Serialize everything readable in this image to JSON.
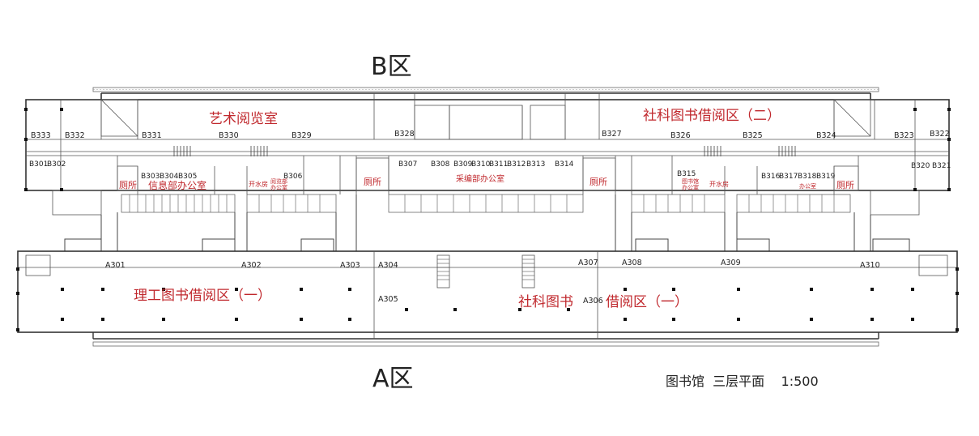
{
  "zone_b_title": "B区",
  "zone_a_title": "A区",
  "plan_caption": "图书馆  三层平面    1:500",
  "areas": {
    "art_reading_room": "艺术阅览室",
    "social_sci_lending_2": "社科图书借阅区（二）",
    "sci_eng_lending_1": "理工图书借阅区（一）",
    "social_sci_lending_1_part_a": "社科图书",
    "social_sci_lending_1_part_b": "借阅区（一）",
    "info_dept_office": "信息部办公室",
    "acquisitions_office": "采编部办公室",
    "toilet_left": "厕所",
    "toilet_mid": "厕所",
    "toilet_right": "厕所",
    "toilet_far_right": "厕所",
    "water_room_left": "开水房",
    "water_room_right": "开水房",
    "reading_office": "阅览部\n办公室",
    "lending_office": "图书馆\n办公室",
    "small_office": "办公室"
  },
  "rooms_b_top": [
    "B333",
    "B332",
    "B331",
    "B330",
    "B329",
    "B328",
    "B327",
    "B326",
    "B325",
    "B324",
    "B323",
    "B322"
  ],
  "rooms_b_mid": [
    "B301",
    "B302",
    "B303",
    "B304",
    "B305",
    "B306",
    "B307",
    "B308",
    "B309",
    "B310",
    "B311",
    "B312",
    "B313",
    "B314",
    "B315",
    "B316",
    "B317",
    "B318",
    "B319",
    "B320",
    "B321"
  ],
  "rooms_a": [
    "A301",
    "A302",
    "A303",
    "A304",
    "A305",
    "A306",
    "A307",
    "A308",
    "A309",
    "A310"
  ]
}
